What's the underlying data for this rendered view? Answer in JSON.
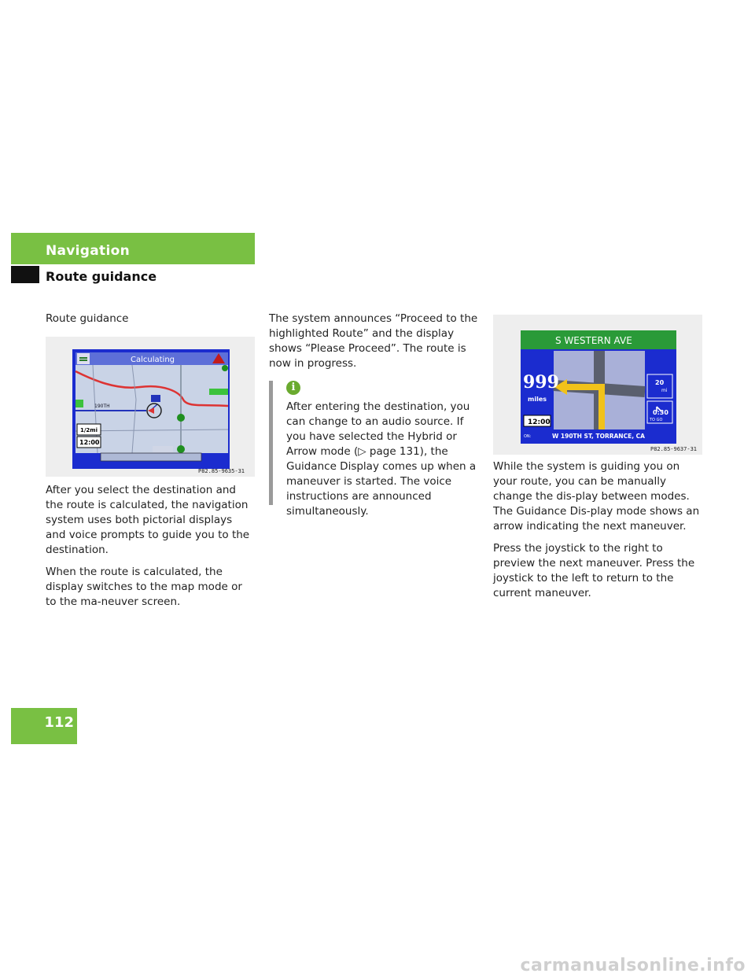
{
  "header": {
    "section": "Navigation",
    "subsection": "Route guidance"
  },
  "col1": {
    "heading": "Route guidance",
    "figure": {
      "screen_title": "Calculating",
      "road_label": "190TH",
      "scale": "1/2mi",
      "time": "12:00",
      "caption": "P82.85-9635-31"
    },
    "para1": "After you select the destination and the route is calculated, the navigation system uses both pictorial displays and voice prompts to guide you to the destination.",
    "para2": "When the route is calculated, the display switches to the map mode or to the ma-neuver screen."
  },
  "col2": {
    "para1": "The system announces “Proceed to the highlighted Route” and the display shows “Please Proceed”. The route is now in progress.",
    "info_icon": "i",
    "info_text": "After entering the destination, you can change to an audio source. If you have selected the Hybrid or Arrow mode (▷ page 131), the Guidance Display comes up when a maneuver is started. The voice instructions are announced simultaneously."
  },
  "col3": {
    "figure": {
      "street": "S WESTERN AVE",
      "distance": "999",
      "distance_unit": "miles",
      "time": "12:00",
      "right_distance": "20",
      "right_unit": "mi",
      "eta": "0:30",
      "eta_label": "TO GO",
      "on_label": "ON:",
      "current_road": "W 190TH ST, TORRANCE, CA",
      "caption": "P82.85-9637-31"
    },
    "para1": "While the system is guiding you on your route, you can be manually change the dis-play between modes. The Guidance Dis-play mode shows an arrow indicating the next maneuver.",
    "para2": "Press the joystick to the right to preview the next maneuver. Press the joystick to the left to return to the current maneuver."
  },
  "footer": {
    "page_number": "112",
    "watermark": "carmanualsonline.info"
  },
  "colors": {
    "accent_green": "#79c043",
    "screen_blue": "#1b2ccf",
    "map_bg": "#c9d3e6"
  }
}
